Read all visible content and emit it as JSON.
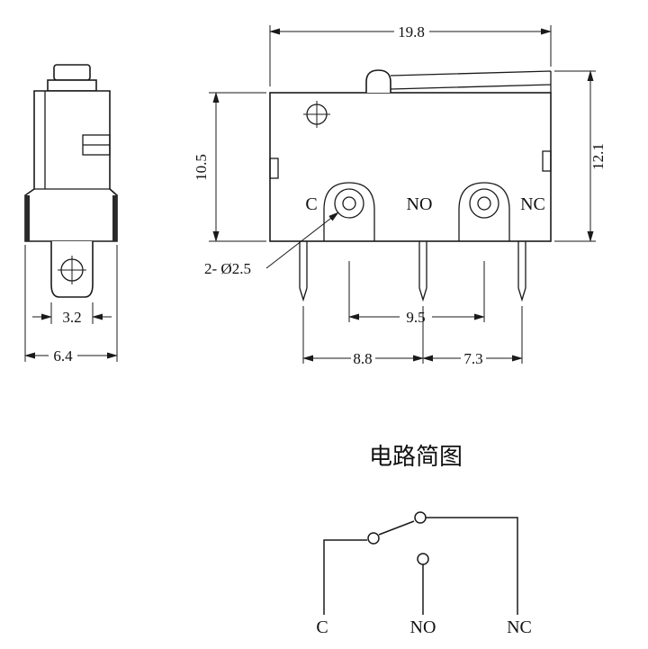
{
  "meta": {
    "background_color": "#ffffff",
    "line_color": "#1a1a1a"
  },
  "front_view": {
    "dim_width": "19.8",
    "dim_height_left": "10.5",
    "dim_height_right": "12.1",
    "dim_hole_spacing": "9.5",
    "dim_pin_left_spacing": "8.8",
    "dim_pin_right_spacing": "7.3",
    "hole_callout": "2- Ø2.5",
    "terminals": {
      "c": "C",
      "no": "NO",
      "nc": "NC"
    }
  },
  "side_view": {
    "dim_tab_width": "3.2",
    "dim_body_width": "6.4"
  },
  "circuit": {
    "title": "电路简图",
    "terminals": {
      "c": "C",
      "no": "NO",
      "nc": "NC"
    }
  }
}
